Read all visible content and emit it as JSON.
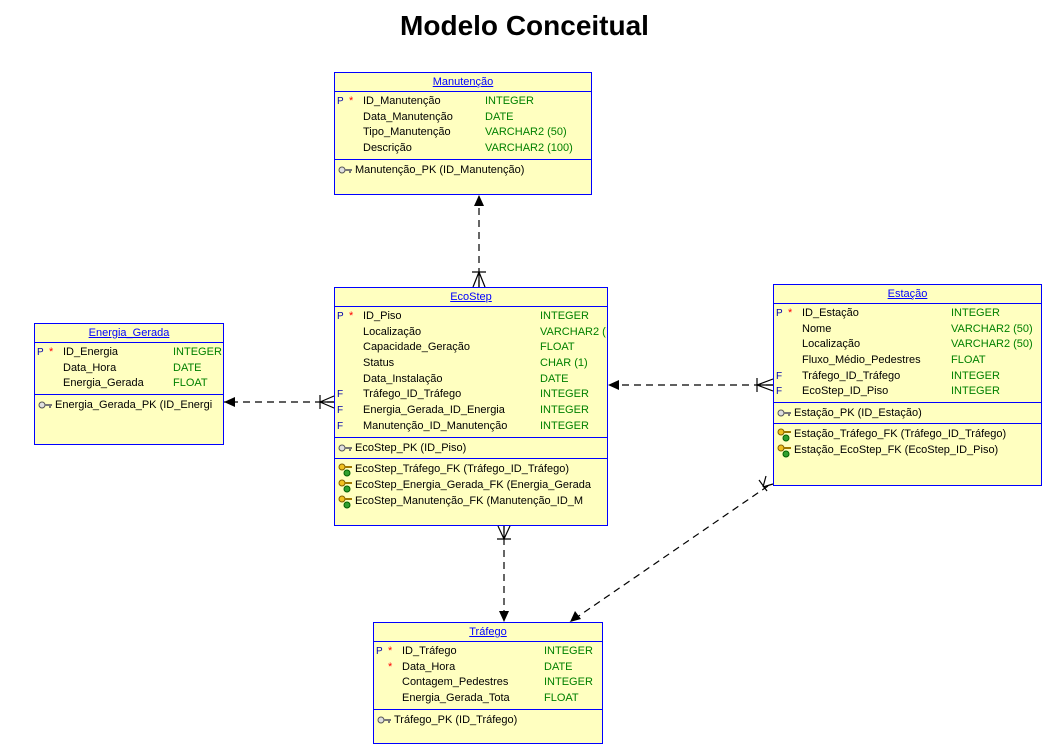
{
  "title": "Modelo Conceitual",
  "colors": {
    "entity_fill": "#ffffc0",
    "entity_border": "#0000ff",
    "datatype": "#008000",
    "mandatory": "#ff0000"
  },
  "entities": {
    "manutencao": {
      "name": "Manutenção",
      "columns": [
        {
          "flag": "P",
          "mandatory": "*",
          "name": "ID_Manutenção",
          "type": "INTEGER"
        },
        {
          "flag": "",
          "mandatory": "",
          "name": "Data_Manutenção",
          "type": "DATE"
        },
        {
          "flag": "",
          "mandatory": "",
          "name": "Tipo_Manutenção",
          "type": "VARCHAR2 (50)"
        },
        {
          "flag": "",
          "mandatory": "",
          "name": "Descrição",
          "type": "VARCHAR2 (100)"
        }
      ],
      "pk": [
        "Manutenção_PK (ID_Manutenção)"
      ],
      "fks": []
    },
    "ecostep": {
      "name": "EcoStep",
      "columns": [
        {
          "flag": "P",
          "mandatory": "*",
          "name": "ID_Piso",
          "type": "INTEGER"
        },
        {
          "flag": "",
          "mandatory": "",
          "name": "Localização",
          "type": "VARCHAR2 ("
        },
        {
          "flag": "",
          "mandatory": "",
          "name": "Capacidade_Geração",
          "type": "FLOAT"
        },
        {
          "flag": "",
          "mandatory": "",
          "name": "Status",
          "type": "CHAR (1)"
        },
        {
          "flag": "",
          "mandatory": "",
          "name": "Data_Instalação",
          "type": "DATE"
        },
        {
          "flag": "F",
          "mandatory": "",
          "name": "Tráfego_ID_Tráfego",
          "type": "INTEGER"
        },
        {
          "flag": "F",
          "mandatory": "",
          "name": "Energia_Gerada_ID_Energia",
          "type": "INTEGER"
        },
        {
          "flag": "F",
          "mandatory": "",
          "name": "Manutenção_ID_Manutenção",
          "type": "INTEGER"
        }
      ],
      "pk": [
        "EcoStep_PK (ID_Piso)"
      ],
      "fks": [
        "EcoStep_Tráfego_FK (Tráfego_ID_Tráfego)",
        "EcoStep_Energia_Gerada_FK (Energia_Gerada",
        "EcoStep_Manutenção_FK (Manutenção_ID_M"
      ]
    },
    "energia": {
      "name": "Energia_Gerada",
      "columns": [
        {
          "flag": "P",
          "mandatory": "*",
          "name": "ID_Energia",
          "type": "INTEGER"
        },
        {
          "flag": "",
          "mandatory": "",
          "name": "Data_Hora",
          "type": "DATE"
        },
        {
          "flag": "",
          "mandatory": "",
          "name": "Energia_Gerada",
          "type": "FLOAT"
        }
      ],
      "pk": [
        "Energia_Gerada_PK (ID_Energi"
      ],
      "fks": []
    },
    "estacao": {
      "name": "Estação",
      "columns": [
        {
          "flag": "P",
          "mandatory": "*",
          "name": "ID_Estação",
          "type": "INTEGER"
        },
        {
          "flag": "",
          "mandatory": "",
          "name": "Nome",
          "type": "VARCHAR2 (50)"
        },
        {
          "flag": "",
          "mandatory": "",
          "name": "Localização",
          "type": "VARCHAR2 (50)"
        },
        {
          "flag": "",
          "mandatory": "",
          "name": "Fluxo_Médio_Pedestres",
          "type": "FLOAT"
        },
        {
          "flag": "F",
          "mandatory": "",
          "name": "Tráfego_ID_Tráfego",
          "type": "INTEGER"
        },
        {
          "flag": "F",
          "mandatory": "",
          "name": "EcoStep_ID_Piso",
          "type": "INTEGER"
        }
      ],
      "pk": [
        "Estação_PK (ID_Estação)"
      ],
      "fks": [
        "Estação_Tráfego_FK (Tráfego_ID_Tráfego)",
        "Estação_EcoStep_FK (EcoStep_ID_Piso)"
      ]
    },
    "trafego": {
      "name": "Tráfego",
      "columns": [
        {
          "flag": "P",
          "mandatory": "*",
          "name": "ID_Tráfego",
          "type": "INTEGER"
        },
        {
          "flag": "",
          "mandatory": "*",
          "name": "Data_Hora",
          "type": "DATE"
        },
        {
          "flag": "",
          "mandatory": "",
          "name": "Contagem_Pedestres",
          "type": "INTEGER"
        },
        {
          "flag": "",
          "mandatory": "",
          "name": "Energia_Gerada_Tota",
          "type": "FLOAT"
        }
      ],
      "pk": [
        "Tráfego_PK (ID_Tráfego)"
      ],
      "fks": []
    }
  }
}
